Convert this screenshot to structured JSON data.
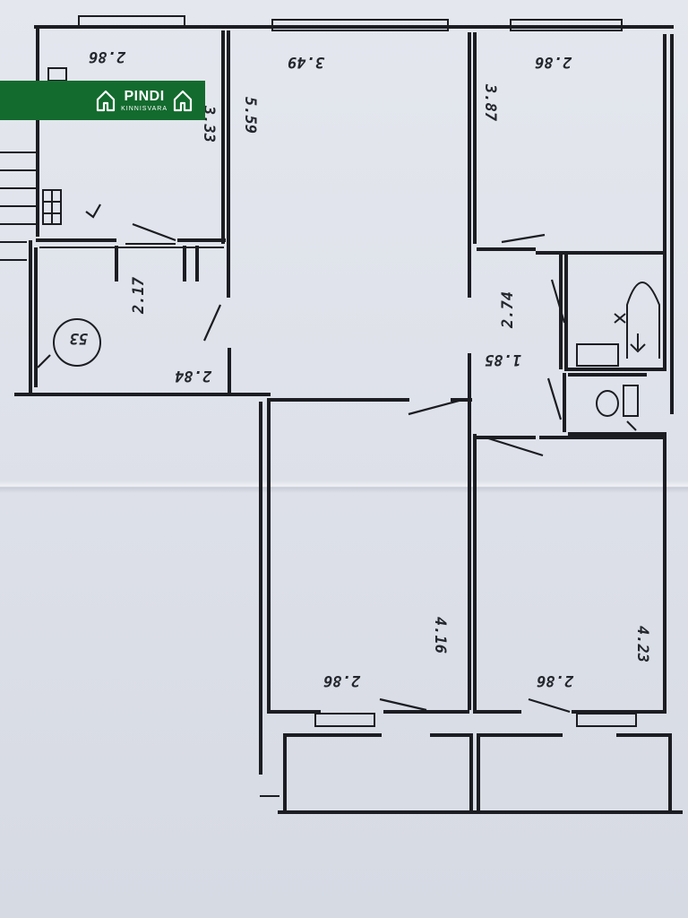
{
  "logo": {
    "name": "PINDI",
    "sub": "KINNISVARA",
    "color": "#136b2e",
    "icon": "house-icon"
  },
  "plan": {
    "dimensions": {
      "kitchen_width": "2.86",
      "kitchen_length": "3.33",
      "living_width": "3.49",
      "living_length": "5.59",
      "bedroom_ne_width": "2.86",
      "bedroom_ne_length": "3.87",
      "hall_width": "2.84",
      "hall_length": "2.17",
      "corridor_length": "2.74",
      "corridor_width": "1.85",
      "room_sw_width": "2.86",
      "room_sw_length": "4.16",
      "room_se_width": "2.86",
      "room_se_length": "4.23"
    },
    "stair_label": "53"
  }
}
